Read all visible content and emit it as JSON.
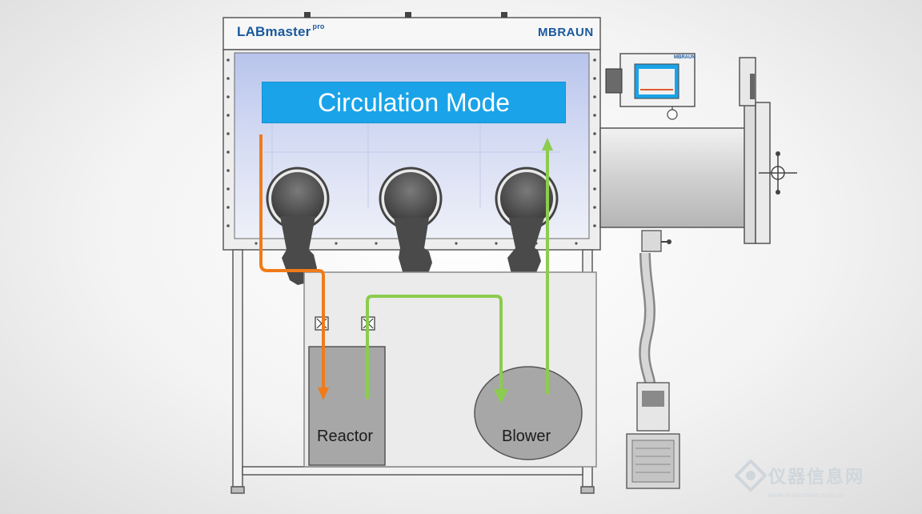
{
  "header": {
    "brand_main": "LABmaster",
    "brand_sup": "pro",
    "manufacturer": "MBRAUN",
    "screen_brand": "MBRAUN"
  },
  "banner": {
    "title": "Circulation Mode"
  },
  "components": {
    "reactor_label": "Reactor",
    "blower_label": "Blower"
  },
  "watermark": {
    "text": "仪器信息网",
    "url": "www.instrument.com.cn"
  },
  "colors": {
    "banner_bg": "#1aa3e8",
    "pipe_orange": "#f07b1a",
    "pipe_green": "#8ccc4e",
    "frame_gray": "#5a5a5a",
    "box_gray": "#a7a7a7"
  }
}
